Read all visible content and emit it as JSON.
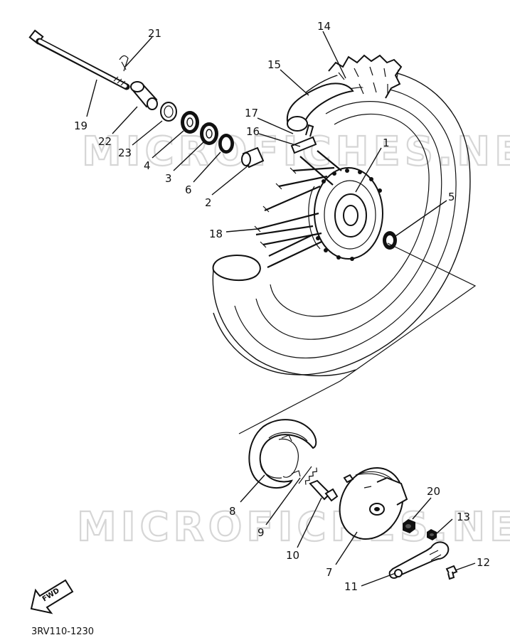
{
  "diagram": {
    "part_code": "3RV110-1230",
    "watermark": "MICROFICHES.NET",
    "fwd_label": "FWD",
    "callouts": [
      {
        "id": "c1",
        "text": "1"
      },
      {
        "id": "c2",
        "text": "2"
      },
      {
        "id": "c3",
        "text": "3"
      },
      {
        "id": "c4",
        "text": "4"
      },
      {
        "id": "c5",
        "text": "5"
      },
      {
        "id": "c6",
        "text": "6"
      },
      {
        "id": "c7",
        "text": "7"
      },
      {
        "id": "c8",
        "text": "8"
      },
      {
        "id": "c9",
        "text": "9"
      },
      {
        "id": "c10",
        "text": "10"
      },
      {
        "id": "c11",
        "text": "11"
      },
      {
        "id": "c12",
        "text": "12"
      },
      {
        "id": "c13",
        "text": "13"
      },
      {
        "id": "c14",
        "text": "14"
      },
      {
        "id": "c15",
        "text": "15"
      },
      {
        "id": "c16",
        "text": "16"
      },
      {
        "id": "c17",
        "text": "17"
      },
      {
        "id": "c18",
        "text": "18"
      },
      {
        "id": "c19",
        "text": "19"
      },
      {
        "id": "c20",
        "text": "20"
      },
      {
        "id": "c21",
        "text": "21"
      },
      {
        "id": "c22",
        "text": "22"
      },
      {
        "id": "c23",
        "text": "23"
      }
    ]
  }
}
